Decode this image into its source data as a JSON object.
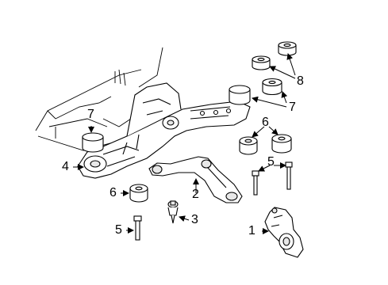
{
  "diagram": {
    "title": "",
    "callouts": [
      {
        "id": "c1",
        "text": "1"
      },
      {
        "id": "c2",
        "text": "2"
      },
      {
        "id": "c3",
        "text": "3"
      },
      {
        "id": "c4",
        "text": "4"
      },
      {
        "id": "c5a",
        "text": "5"
      },
      {
        "id": "c5b",
        "text": "5"
      },
      {
        "id": "c6a",
        "text": "6"
      },
      {
        "id": "c6b",
        "text": "6"
      },
      {
        "id": "c7a",
        "text": "7"
      },
      {
        "id": "c7b",
        "text": "7"
      },
      {
        "id": "c8",
        "text": "8"
      }
    ],
    "colors": {
      "line": "#000000",
      "fill": "#ffffff",
      "shade": "#e8e8e8"
    }
  }
}
